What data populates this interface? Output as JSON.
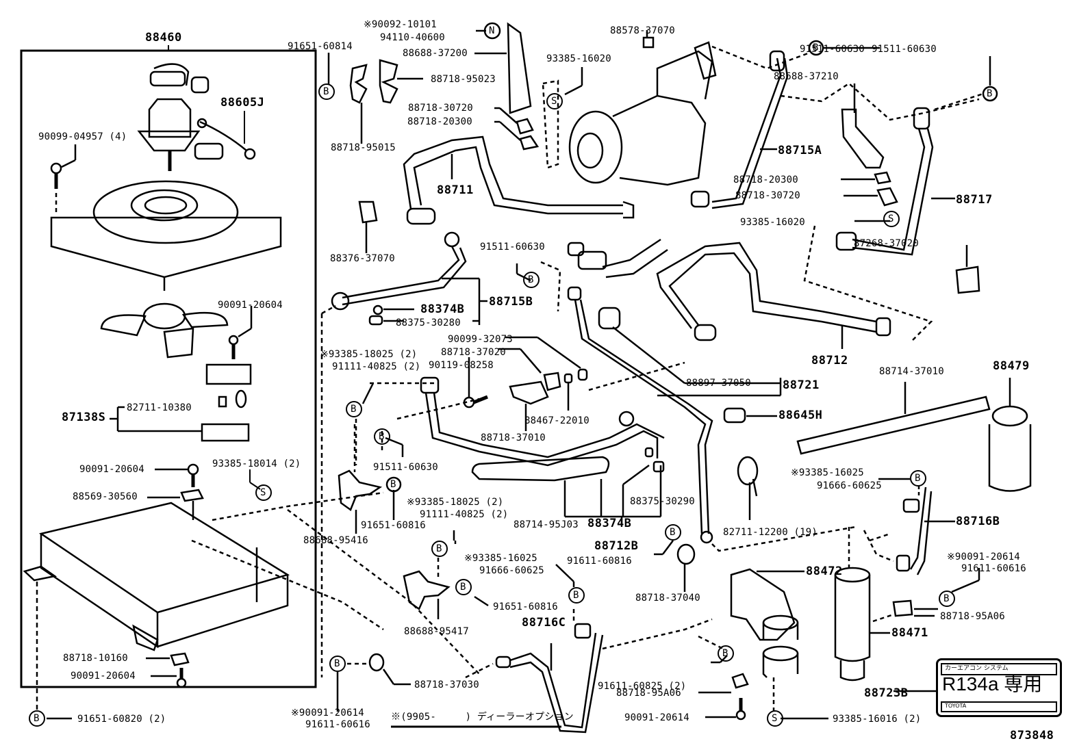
{
  "diagram": {
    "reference_number": "873848",
    "footnote": "※(9905-　　　) ディーラーオプション",
    "refrigerant_label": {
      "part": "88723B",
      "top_text": "カーエアコン システム",
      "main_text": "R134a  専用",
      "bottom_text": "TOYOTA"
    },
    "callout_letters": {
      "bolt": "B",
      "seal": "S",
      "nut": "N"
    },
    "assembly_parts": {
      "p88460": "88460",
      "p88605J": "88605J",
      "p90099_04957": "90099-04957 (4)",
      "p90091_20604_a": "90091-20604",
      "p87138S": "87138S",
      "p82711_10380": "82711-10380",
      "p90091_20604_b": "90091-20604",
      "p93385_18014": "93385-18014 (2)",
      "p88569_30560": "88569-30560",
      "p88718_10160": "88718-10160",
      "p90091_20604_c": "90091-20604",
      "p91651_60820": "91651-60820 (2)"
    },
    "parts": {
      "p91651_60814": "91651-60814",
      "p90092_10101": "※90092-10101",
      "p94110_40600": "94110-40600",
      "p88688_37200": "88688-37200",
      "p88718_95023": "88718-95023",
      "p88718_30720_a": "88718-30720",
      "p88718_20300_a": "88718-20300",
      "p88718_95015": "88718-95015",
      "p93385_16020_a": "93385-16020",
      "p88578_37070": "88578-37070",
      "p91511_60630_a": "91511-60630",
      "p91511_60630_b": "91511-60630",
      "p88688_37210": "88688-37210",
      "p88715A": "88715A",
      "p88718_20300_b": "88718-20300",
      "p88718_30720_b": "88718-30720",
      "p88717": "88717",
      "p93385_16020_b": "93385-16020",
      "p87268_37020": "87268-37020",
      "p88711": "88711",
      "p88376_37070": "88376-37070",
      "p91511_60630_c": "91511-60630",
      "p88374B_a": "88374B",
      "p88715B": "88715B",
      "p88375_30280": "88375-30280",
      "p88712": "88712",
      "p90099_32073": "90099-32073",
      "p88718_37020": "88718-37020",
      "p90119_08258": "90119-08258",
      "p93385_18025_a": "※93385-18025 (2)",
      "p91111_40825_a": "91111-40825 (2)",
      "p88467_22010": "88467-22010",
      "p88718_37010": "88718-37010",
      "p88897_37050": "88897-37050",
      "p88721": "88721",
      "p88645H": "88645H",
      "p88714_37010": "88714-37010",
      "p88479": "88479",
      "p91511_60630_d": "91511-60630",
      "p91651_60816_a": "91651-60816",
      "p88688_95416": "88688-95416",
      "p93385_18025_b": "※93385-18025 (2)",
      "p91111_40825_b": "91111-40825 (2)",
      "p88714_95J03": "88714-95J03",
      "p88374B_b": "88374B",
      "p88375_30290": "88375-30290",
      "p88712B": "88712B",
      "p82711_12200": "82711-12200 (19)",
      "p93385_16025_a": "※93385-16025",
      "p91666_60625_a": "91666-60625",
      "p88716B": "88716B",
      "p91611_60816": "91611-60816",
      "p88718_37040": "88718-37040",
      "p88472": "88472",
      "p90091_20614_a": "※90091-20614",
      "p91611_60616_a": "91611-60616",
      "p93385_16025_b": "※93385-16025",
      "p91666_60625_b": "91666-60625",
      "p91651_60816_b": "91651-60816",
      "p88688_95417": "88688-95417",
      "p88716C": "88716C",
      "p88718_95A06_a": "88718-95A06",
      "p88471": "88471",
      "p91611_60825": "91611-60825 (2)",
      "p88718_95A06_b": "88718-95A06",
      "p90091_20614_b": "90091-20614",
      "p93385_16016": "93385-16016 (2)",
      "p88718_37030": "88718-37030",
      "p90091_20614_c": "※90091-20614",
      "p91611_60616_b": "91611-60616"
    }
  }
}
